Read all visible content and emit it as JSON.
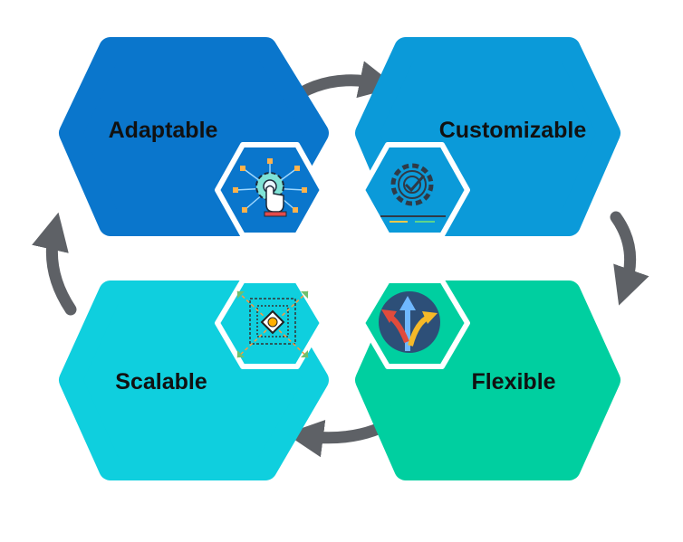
{
  "diagram": {
    "nodes": [
      {
        "id": "adaptable",
        "label": "Adaptable",
        "color": "#0a76cc",
        "icon": "touch-gear-network-icon"
      },
      {
        "id": "customizable",
        "label": "Customizable",
        "color": "#0b9ad9",
        "icon": "gear-check-icon"
      },
      {
        "id": "flexible",
        "label": "Flexible",
        "color": "#00cfa0",
        "icon": "diverging-arrows-icon"
      },
      {
        "id": "scalable",
        "label": "Scalable",
        "color": "#0fcfde",
        "icon": "scale-expand-icon"
      }
    ],
    "cycle": [
      "adaptable",
      "customizable",
      "flexible",
      "scalable"
    ],
    "arrow_color": "#5e6166",
    "badge_border_color": "#ffffff"
  }
}
